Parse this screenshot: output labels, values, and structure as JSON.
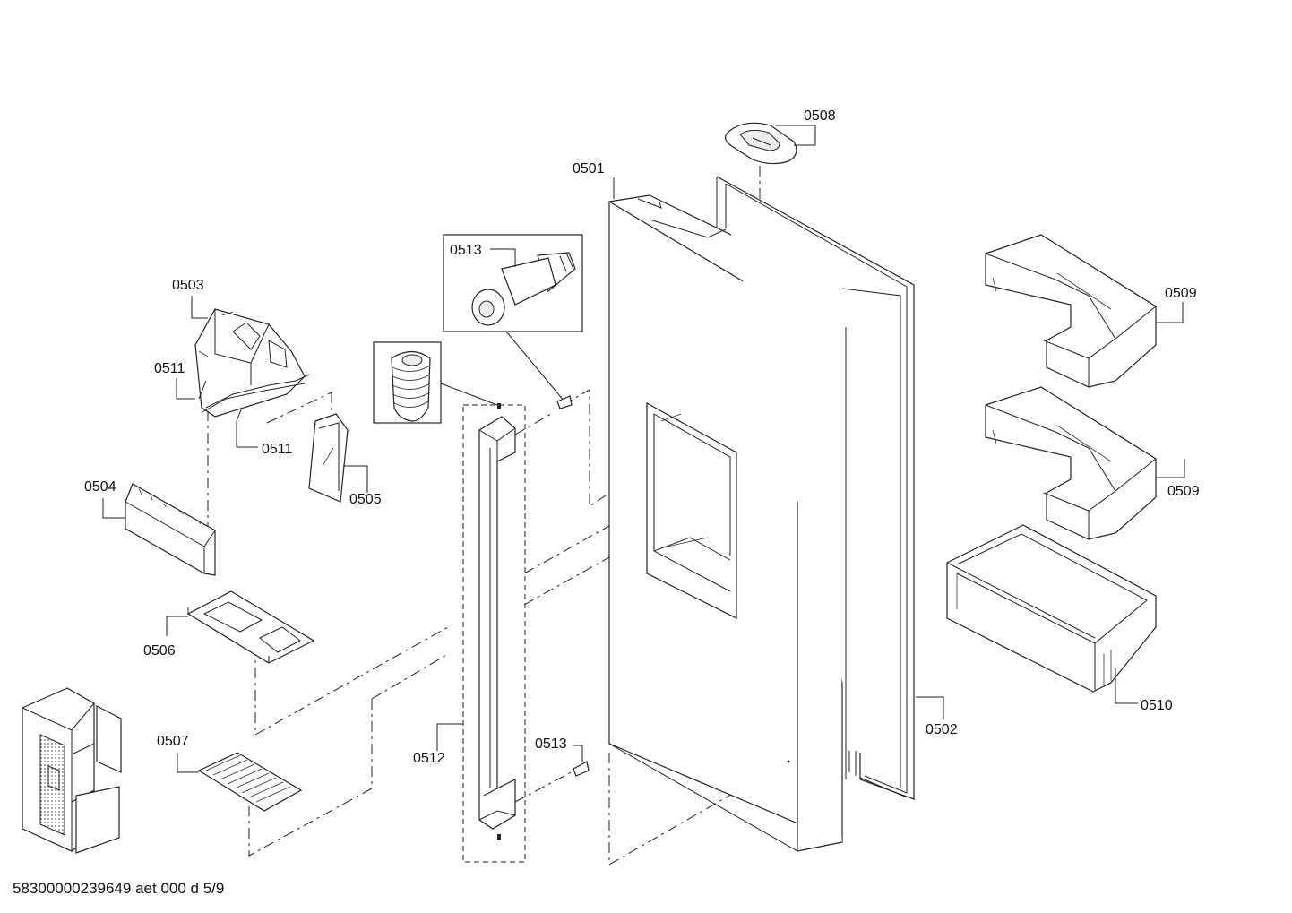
{
  "footer_code": "58300000239649 aet 000 d 5/9",
  "labels": {
    "p0501": "0501",
    "p0502": "0502",
    "p0503": "0503",
    "p0504": "0504",
    "p0505": "0505",
    "p0506": "0506",
    "p0507": "0507",
    "p0508": "0508",
    "p0509a": "0509",
    "p0509b": "0509",
    "p0510": "0510",
    "p0511a": "0511",
    "p0511b": "0511",
    "p0512": "0512",
    "p0513a": "0513",
    "p0513b": "0513"
  },
  "colors": {
    "line": "#222222",
    "background": "#ffffff",
    "hatch": "#888888"
  }
}
